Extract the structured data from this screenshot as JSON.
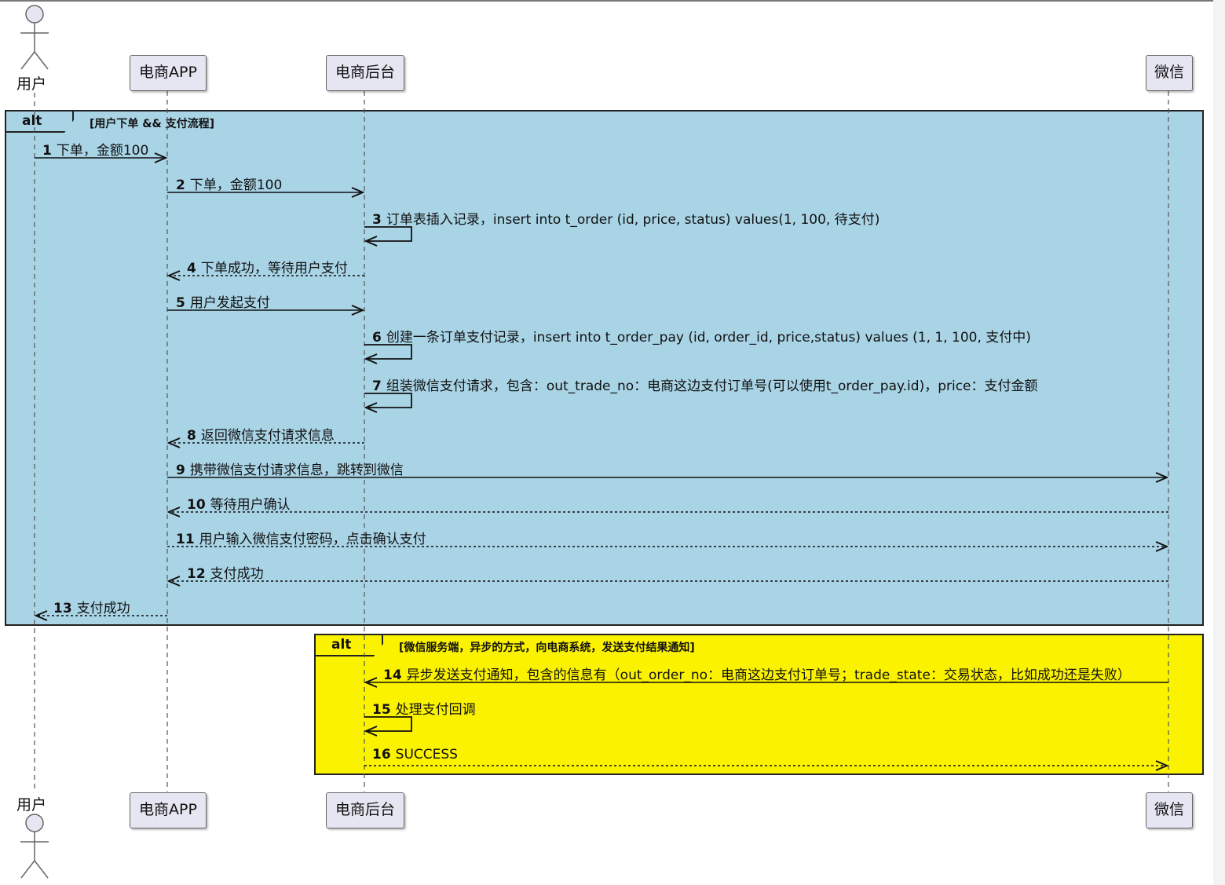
{
  "participants": [
    {
      "id": "user",
      "label": "用户",
      "kind": "actor"
    },
    {
      "id": "app",
      "label": "电商APP",
      "kind": "box"
    },
    {
      "id": "backend",
      "label": "电商后台",
      "kind": "box"
    },
    {
      "id": "wechat",
      "label": "微信",
      "kind": "box"
    }
  ],
  "fragments": [
    {
      "keyword": "alt",
      "condition": "[用户下单 && 支付流程]",
      "color": "#a9d4e6"
    },
    {
      "keyword": "alt",
      "condition": "[微信服务端，异步的方式，向电商系统，发送支付结果通知]",
      "color": "#fbf200"
    }
  ],
  "messages": [
    {
      "num": "1",
      "text": "下单，金额100",
      "from": "user",
      "to": "app",
      "style": "solid"
    },
    {
      "num": "2",
      "text": "下单，金额100",
      "from": "app",
      "to": "backend",
      "style": "solid"
    },
    {
      "num": "3",
      "text": "订单表插入记录，insert into t_order (id, price, status) values(1, 100, 待支付)",
      "from": "backend",
      "to": "backend",
      "style": "self"
    },
    {
      "num": "4",
      "text": "下单成功，等待用户支付",
      "from": "backend",
      "to": "app",
      "style": "dashed"
    },
    {
      "num": "5",
      "text": "用户发起支付",
      "from": "app",
      "to": "backend",
      "style": "solid"
    },
    {
      "num": "6",
      "text": "创建一条订单支付记录，insert into t_order_pay (id, order_id, price,status) values (1, 1, 100, 支付中)",
      "from": "backend",
      "to": "backend",
      "style": "self"
    },
    {
      "num": "7",
      "text": "组装微信支付请求，包含：out_trade_no：电商这边支付订单号(可以使用t_order_pay.id)，price：支付金额",
      "from": "backend",
      "to": "backend",
      "style": "self"
    },
    {
      "num": "8",
      "text": "返回微信支付请求信息",
      "from": "backend",
      "to": "app",
      "style": "dashed"
    },
    {
      "num": "9",
      "text": "携带微信支付请求信息，跳转到微信",
      "from": "app",
      "to": "wechat",
      "style": "solid"
    },
    {
      "num": "10",
      "text": "等待用户确认",
      "from": "wechat",
      "to": "app",
      "style": "dashed"
    },
    {
      "num": "11",
      "text": "用户输入微信支付密码，点击确认支付",
      "from": "app",
      "to": "wechat",
      "style": "dashed"
    },
    {
      "num": "12",
      "text": "支付成功",
      "from": "wechat",
      "to": "app",
      "style": "dashed"
    },
    {
      "num": "13",
      "text": "支付成功",
      "from": "app",
      "to": "user",
      "style": "dashed"
    },
    {
      "num": "14",
      "text": "异步发送支付通知，包含的信息有（out_order_no：电商这边支付订单号；trade_state：交易状态，比如成功还是失败）",
      "from": "wechat",
      "to": "backend",
      "style": "solid"
    },
    {
      "num": "15",
      "text": "处理支付回调",
      "from": "backend",
      "to": "backend",
      "style": "self"
    },
    {
      "num": "16",
      "text": "SUCCESS",
      "from": "backend",
      "to": "wechat",
      "style": "dashed"
    }
  ]
}
